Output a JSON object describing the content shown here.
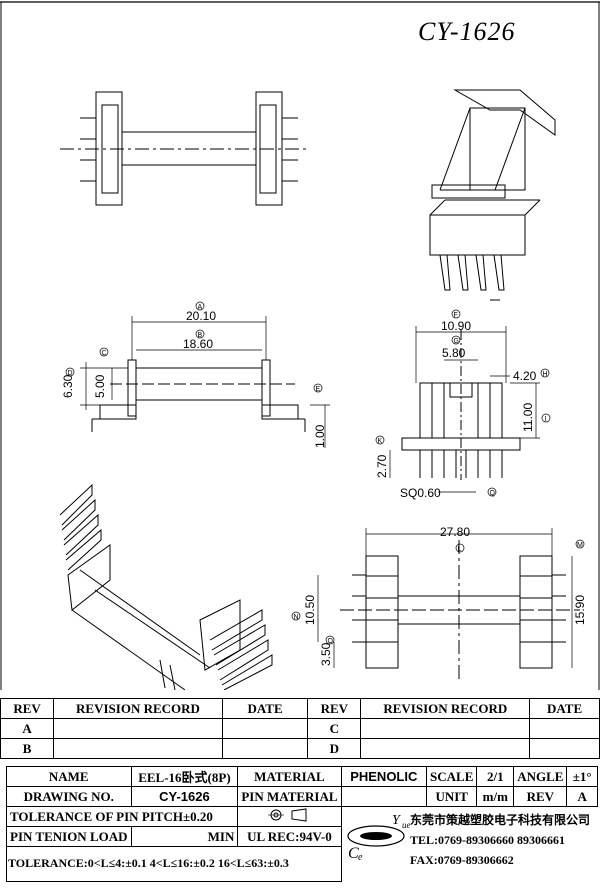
{
  "drawing": {
    "title": "CY-1626",
    "dims": {
      "d1": "20.10",
      "d2": "18.60",
      "d3": "6.30",
      "d4": "5.00",
      "d5": "1.00",
      "d6": "10.90",
      "d7": "5.80",
      "d8": "4.20",
      "d9": "11.00",
      "d10": "2.70",
      "d11": "SQ0.60",
      "d12": "27.80",
      "d13": "10.50",
      "d14": "3.50",
      "d15": "15.90"
    },
    "markers": {
      "A": "A",
      "B": "B",
      "C": "C",
      "D": "D",
      "E": "E",
      "F": "F",
      "G": "G",
      "H": "H",
      "I": "I",
      "K": "K",
      "L": "L",
      "M": "M",
      "N": "N",
      "O": "O",
      "Q": "Q"
    }
  },
  "revision": {
    "rev_header": "REV",
    "record_header": "REVISION RECORD",
    "date_header": "DATE",
    "rows_left": [
      "A",
      "B"
    ],
    "rows_right": [
      "C",
      "D"
    ]
  },
  "titleblock": {
    "name_label": "NAME",
    "name_value": "EEL-16卧式(8P)",
    "material_label": "MATERIAL",
    "material_value": "PHENOLIC",
    "scale_label": "SCALE",
    "scale_value": "2/1",
    "angle_label": "ANGLE",
    "angle_value": "±1°",
    "drawing_no_label": "DRAWING NO.",
    "drawing_no_value": "CY-1626",
    "pin_material_label": "PIN MATERIAL",
    "unit_label": "UNIT",
    "unit_value": "m/m",
    "rev_label": "REV",
    "rev_value": "A",
    "pitch_tolerance": "TOLERANCE OF PIN PITCH±0.20",
    "pin_tension_label": "PIN TENION LOAD",
    "min_label": "MIN",
    "ul_rec": "UL REC:94V-0",
    "tolerance_line": "TOLERANCE:0<L≤4:±0.1  4<L≤16:±0.2  16<L≤63:±0.3"
  },
  "company": {
    "name": "东莞市策越塑胶电子科技有限公司",
    "tel": "TEL:0769-89306660  89306661",
    "fax": "FAX:0769-89306662",
    "logo_text": "CeYue"
  }
}
